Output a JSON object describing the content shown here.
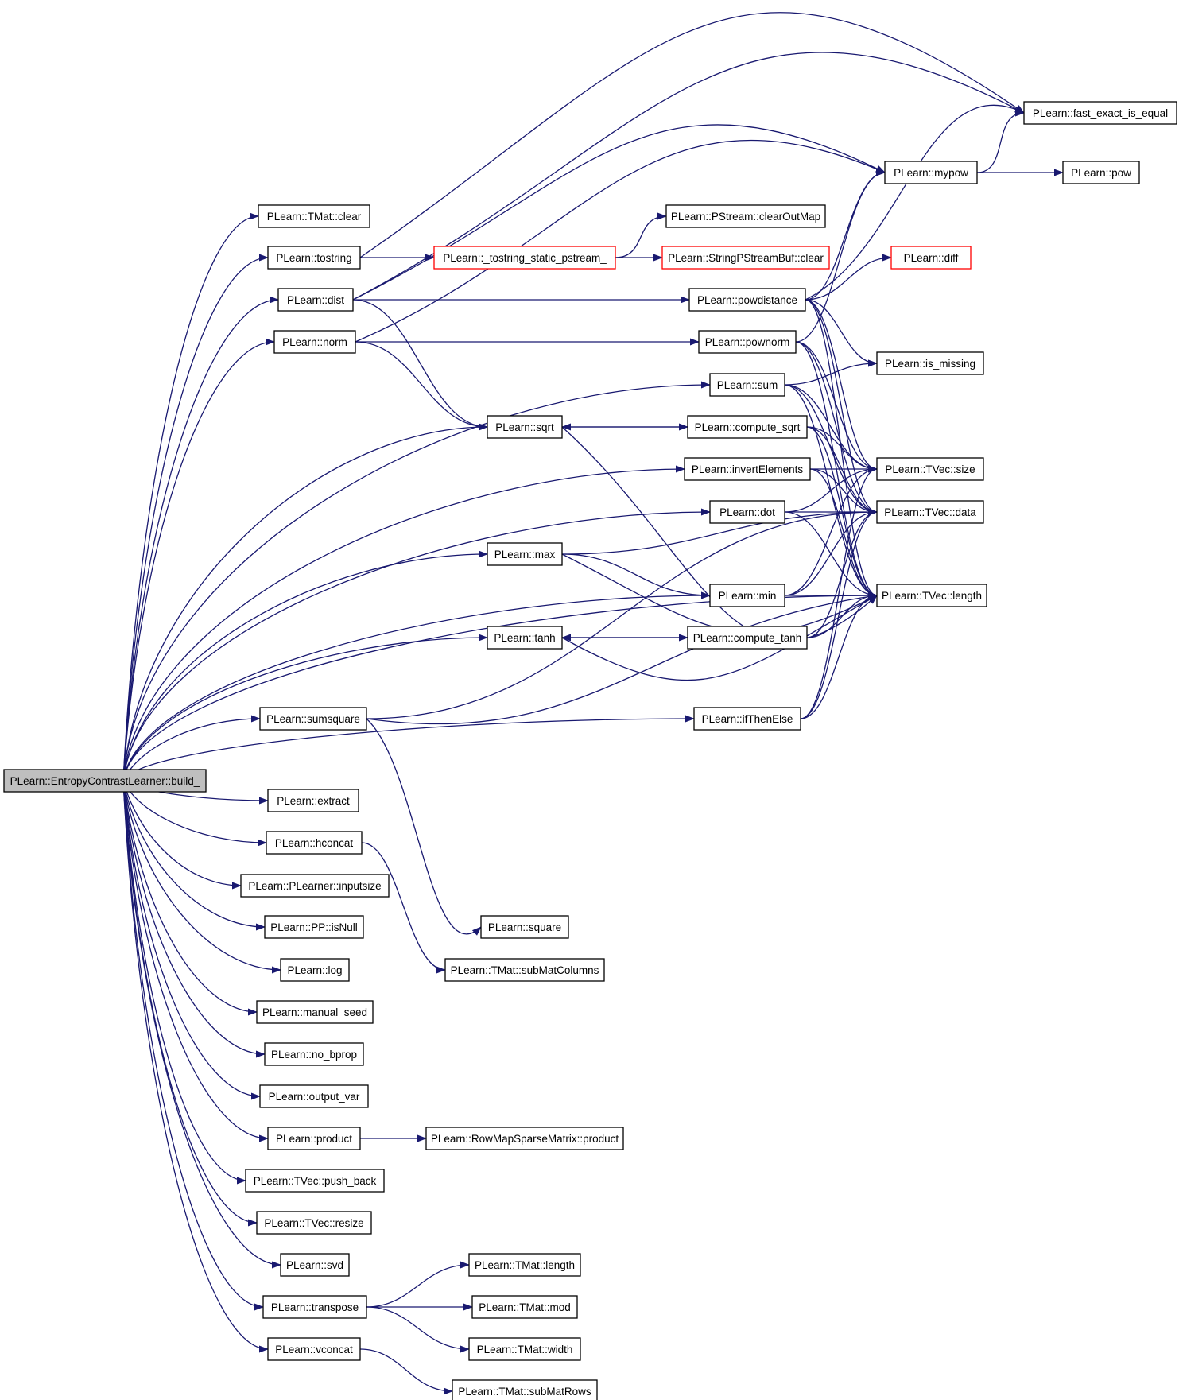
{
  "nodes": [
    {
      "id": "root",
      "label": "PLearn::EntropyContrastLearner::build_",
      "style": "root"
    },
    {
      "id": "tmat_clear",
      "label": "PLearn::TMat::clear"
    },
    {
      "id": "tostring",
      "label": "PLearn::tostring"
    },
    {
      "id": "dist",
      "label": "PLearn::dist"
    },
    {
      "id": "norm",
      "label": "PLearn::norm"
    },
    {
      "id": "sqrt",
      "label": "PLearn::sqrt"
    },
    {
      "id": "max",
      "label": "PLearn::max"
    },
    {
      "id": "tanh",
      "label": "PLearn::tanh"
    },
    {
      "id": "sumsquare",
      "label": "PLearn::sumsquare"
    },
    {
      "id": "extract",
      "label": "PLearn::extract"
    },
    {
      "id": "hconcat",
      "label": "PLearn::hconcat"
    },
    {
      "id": "inputsize",
      "label": "PLearn::PLearner::inputsize"
    },
    {
      "id": "isnull",
      "label": "PLearn::PP::isNull"
    },
    {
      "id": "log",
      "label": "PLearn::log"
    },
    {
      "id": "manual_seed",
      "label": "PLearn::manual_seed"
    },
    {
      "id": "no_bprop",
      "label": "PLearn::no_bprop"
    },
    {
      "id": "output_var",
      "label": "PLearn::output_var"
    },
    {
      "id": "product",
      "label": "PLearn::product"
    },
    {
      "id": "push_back",
      "label": "PLearn::TVec::push_back"
    },
    {
      "id": "resize",
      "label": "PLearn::TVec::resize"
    },
    {
      "id": "svd",
      "label": "PLearn::svd"
    },
    {
      "id": "transpose",
      "label": "PLearn::transpose"
    },
    {
      "id": "vconcat",
      "label": "PLearn::vconcat"
    },
    {
      "id": "tostring_static",
      "label": "PLearn::_tostring_static_pstream_",
      "style": "red"
    },
    {
      "id": "clearoutmap",
      "label": "PLearn::PStream::clearOutMap"
    },
    {
      "id": "spsbuf_clear",
      "label": "PLearn::StringPStreamBuf::clear",
      "style": "red"
    },
    {
      "id": "powdistance",
      "label": "PLearn::powdistance"
    },
    {
      "id": "pownorm",
      "label": "PLearn::pownorm"
    },
    {
      "id": "sum",
      "label": "PLearn::sum"
    },
    {
      "id": "compute_sqrt",
      "label": "PLearn::compute_sqrt"
    },
    {
      "id": "invertelements",
      "label": "PLearn::invertElements"
    },
    {
      "id": "dot",
      "label": "PLearn::dot"
    },
    {
      "id": "min",
      "label": "PLearn::min"
    },
    {
      "id": "compute_tanh",
      "label": "PLearn::compute_tanh"
    },
    {
      "id": "ifthenelse",
      "label": "PLearn::ifThenElse"
    },
    {
      "id": "square",
      "label": "PLearn::square"
    },
    {
      "id": "submatcolumns",
      "label": "PLearn::TMat::subMatColumns"
    },
    {
      "id": "rowmap_product",
      "label": "PLearn::RowMapSparseMatrix::product"
    },
    {
      "id": "tmat_length",
      "label": "PLearn::TMat::length"
    },
    {
      "id": "tmat_mod",
      "label": "PLearn::TMat::mod"
    },
    {
      "id": "tmat_width",
      "label": "PLearn::TMat::width"
    },
    {
      "id": "submatrows",
      "label": "PLearn::TMat::subMatRows"
    },
    {
      "id": "fast_exact",
      "label": "PLearn::fast_exact_is_equal"
    },
    {
      "id": "mypow",
      "label": "PLearn::mypow"
    },
    {
      "id": "pow",
      "label": "PLearn::pow"
    },
    {
      "id": "diff",
      "label": "PLearn::diff",
      "style": "red"
    },
    {
      "id": "is_missing",
      "label": "PLearn::is_missing"
    },
    {
      "id": "tvec_size",
      "label": "PLearn::TVec::size"
    },
    {
      "id": "tvec_data",
      "label": "PLearn::TVec::data"
    },
    {
      "id": "tvec_length",
      "label": "PLearn::TVec::length"
    }
  ],
  "edges": [
    [
      "root",
      "tmat_clear"
    ],
    [
      "root",
      "tostring"
    ],
    [
      "root",
      "dist"
    ],
    [
      "root",
      "norm"
    ],
    [
      "root",
      "sum"
    ],
    [
      "root",
      "sqrt"
    ],
    [
      "root",
      "invertelements"
    ],
    [
      "root",
      "dot"
    ],
    [
      "root",
      "max"
    ],
    [
      "root",
      "min"
    ],
    [
      "root",
      "tanh"
    ],
    [
      "root",
      "ifthenelse"
    ],
    [
      "root",
      "sumsquare"
    ],
    [
      "root",
      "tvec_length"
    ],
    [
      "root",
      "extract"
    ],
    [
      "root",
      "hconcat"
    ],
    [
      "root",
      "inputsize"
    ],
    [
      "root",
      "isnull"
    ],
    [
      "root",
      "log"
    ],
    [
      "root",
      "manual_seed"
    ],
    [
      "root",
      "no_bprop"
    ],
    [
      "root",
      "output_var"
    ],
    [
      "root",
      "product"
    ],
    [
      "root",
      "push_back"
    ],
    [
      "root",
      "resize"
    ],
    [
      "root",
      "svd"
    ],
    [
      "root",
      "transpose"
    ],
    [
      "root",
      "vconcat"
    ],
    [
      "tostring",
      "fast_exact"
    ],
    [
      "tostring",
      "tostring_static"
    ],
    [
      "tostring_static",
      "clearoutmap"
    ],
    [
      "tostring_static",
      "spsbuf_clear"
    ],
    [
      "dist",
      "fast_exact"
    ],
    [
      "dist",
      "mypow"
    ],
    [
      "dist",
      "powdistance"
    ],
    [
      "dist",
      "sqrt"
    ],
    [
      "norm",
      "mypow"
    ],
    [
      "norm",
      "pownorm"
    ],
    [
      "norm",
      "sqrt"
    ],
    [
      "powdistance",
      "mypow"
    ],
    [
      "powdistance",
      "diff"
    ],
    [
      "powdistance",
      "fast_exact"
    ],
    [
      "powdistance",
      "is_missing"
    ],
    [
      "powdistance",
      "tvec_size"
    ],
    [
      "powdistance",
      "tvec_data"
    ],
    [
      "powdistance",
      "tvec_length"
    ],
    [
      "pownorm",
      "mypow"
    ],
    [
      "pownorm",
      "tvec_size"
    ],
    [
      "pownorm",
      "tvec_data"
    ],
    [
      "pownorm",
      "tvec_length"
    ],
    [
      "sum",
      "is_missing"
    ],
    [
      "sum",
      "tvec_size"
    ],
    [
      "sum",
      "tvec_data"
    ],
    [
      "sum",
      "tvec_length"
    ],
    [
      "sqrt",
      "compute_sqrt"
    ],
    [
      "sqrt",
      "tvec_length"
    ],
    [
      "compute_sqrt",
      "sqrt"
    ],
    [
      "compute_sqrt",
      "tvec_size"
    ],
    [
      "compute_sqrt",
      "tvec_data"
    ],
    [
      "compute_sqrt",
      "tvec_length"
    ],
    [
      "invertelements",
      "tvec_size"
    ],
    [
      "invertelements",
      "tvec_data"
    ],
    [
      "invertelements",
      "tvec_length"
    ],
    [
      "dot",
      "tvec_size"
    ],
    [
      "dot",
      "tvec_data"
    ],
    [
      "dot",
      "tvec_length"
    ],
    [
      "max",
      "tvec_data"
    ],
    [
      "max",
      "min"
    ],
    [
      "max",
      "tvec_length"
    ],
    [
      "min",
      "tvec_size"
    ],
    [
      "min",
      "tvec_data"
    ],
    [
      "min",
      "tvec_length"
    ],
    [
      "tanh",
      "compute_tanh"
    ],
    [
      "tanh",
      "tvec_length"
    ],
    [
      "compute_tanh",
      "tanh"
    ],
    [
      "compute_tanh",
      "tvec_data"
    ],
    [
      "compute_tanh",
      "tvec_length"
    ],
    [
      "ifthenelse",
      "tvec_size"
    ],
    [
      "ifthenelse",
      "tvec_data"
    ],
    [
      "ifthenelse",
      "tvec_length"
    ],
    [
      "sumsquare",
      "tvec_data"
    ],
    [
      "sumsquare",
      "square"
    ],
    [
      "sumsquare",
      "tvec_length"
    ],
    [
      "hconcat",
      "submatcolumns"
    ],
    [
      "product",
      "rowmap_product"
    ],
    [
      "transpose",
      "tmat_length"
    ],
    [
      "transpose",
      "tmat_mod"
    ],
    [
      "transpose",
      "tmat_width"
    ],
    [
      "vconcat",
      "submatrows"
    ],
    [
      "mypow",
      "fast_exact"
    ],
    [
      "mypow",
      "pow"
    ]
  ]
}
